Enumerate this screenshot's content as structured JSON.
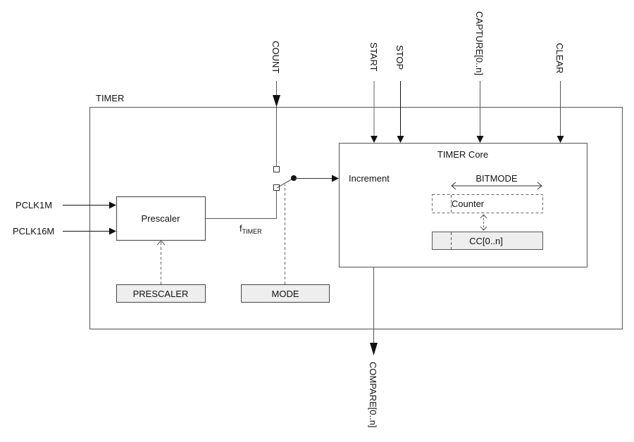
{
  "diagram": {
    "title": "TIMER",
    "core_title": "TIMER Core",
    "inputs_left": [
      {
        "label": "PCLK1M"
      },
      {
        "label": "PCLK16M"
      }
    ],
    "inputs_top": [
      {
        "label": "COUNT"
      },
      {
        "label": "START"
      },
      {
        "label": "STOP"
      },
      {
        "label": "CAPTURE[0..n]"
      },
      {
        "label": "CLEAR"
      }
    ],
    "output_bottom": {
      "label": "COMPARE[0..n]"
    },
    "prescaler_block": {
      "label": "Prescaler"
    },
    "clock_signal": {
      "label": "f",
      "subscript": "TIMER"
    },
    "registers": [
      {
        "label": "PRESCALER"
      },
      {
        "label": "MODE"
      }
    ],
    "core": {
      "increment_label": "Increment",
      "bitmode_label": "BITMODE",
      "counter_label": "Counter",
      "cc_label": "CC[0..n]"
    },
    "colors": {
      "line": "#555555",
      "signal": "#111111",
      "register_fill": "#eeeeee"
    }
  }
}
